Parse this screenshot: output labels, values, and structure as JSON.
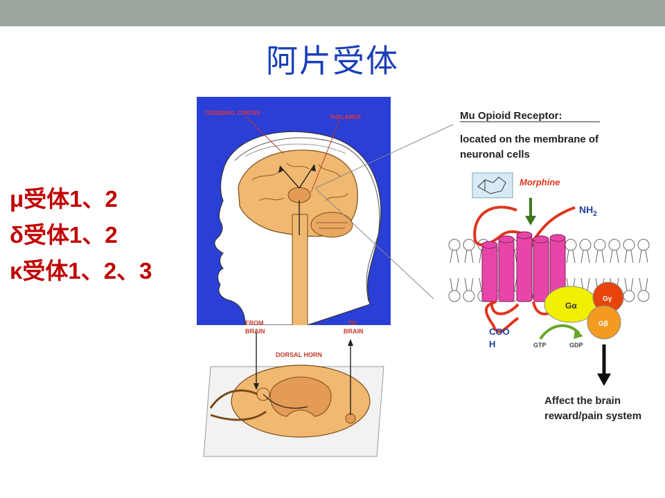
{
  "slide": {
    "title": "阿片受体"
  },
  "receptors": [
    "μ受体1、2",
    "δ受体1、2",
    "κ受体1、2、3"
  ],
  "left_figure": {
    "label_cortex": "CEREBRAL CORTEX",
    "label_thalamus": "THALAMUS",
    "label_from_brain_1": "FROM",
    "label_from_brain_2": "BRAIN",
    "label_to_brain_1": "TO",
    "label_to_brain_2": "BRAIN",
    "label_dorsal_horn": "DORSAL HORN"
  },
  "right_figure": {
    "heading": "Mu Opioid Receptor:",
    "desc_line1": "located on the membrane of",
    "desc_line2": "neuronal cells",
    "morphine": "Morphine",
    "nh2": "NH",
    "nh2_sub": "2",
    "cooh_1": "COO",
    "cooh_2": "H",
    "g_alpha": "Gα",
    "g_gamma": "Gγ",
    "g_beta": "Gβ",
    "gtp": "GTP",
    "gdp": "GDP",
    "effect_line1": "Affect the brain",
    "effect_line2": "reward/pain system"
  },
  "colors": {
    "title": "#1a3fb8",
    "receptor_text": "#c00000",
    "topbar": "#9aa69d",
    "blue_bg": "#2a3fd6",
    "brain": "#f0b870",
    "helix": "#e845a8",
    "g_alpha": "#f2ef00",
    "g_gamma": "#e8440a",
    "g_beta": "#f39a1f"
  }
}
